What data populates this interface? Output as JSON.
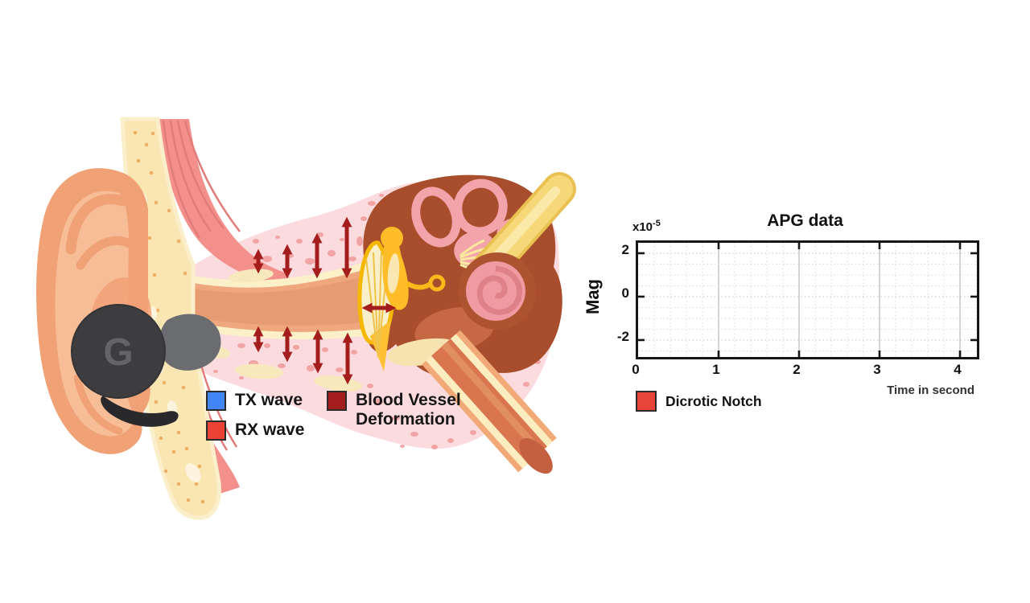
{
  "diagram": {
    "earbud_logo": "G",
    "arrow_color": "#A31D1D",
    "legend": {
      "tx": {
        "label": "TX wave",
        "color": "#4285F4"
      },
      "rx": {
        "label": "RX wave",
        "color": "#EA4335"
      },
      "bv": {
        "label_line1": "Blood Vessel",
        "label_line2": "Deformation",
        "color": "#A31D1D"
      }
    }
  },
  "chart_data": {
    "type": "line",
    "title": "APG data",
    "xlabel": "Time in second",
    "ylabel": "Mag",
    "y_offset_base": "x10",
    "y_offset_exponent": "-5",
    "xlim": [
      0,
      4.21
    ],
    "ylim": [
      -2.78,
      2.48
    ],
    "xticks": [
      0,
      1,
      2,
      3,
      4
    ],
    "yticks": [
      2,
      0,
      -2
    ],
    "x_minor_step": 0.2,
    "y_minor_step": 0.5,
    "grid": true,
    "legend": [
      {
        "label": "Dicrotic Notch",
        "color": "#E8443A"
      }
    ],
    "series": []
  }
}
